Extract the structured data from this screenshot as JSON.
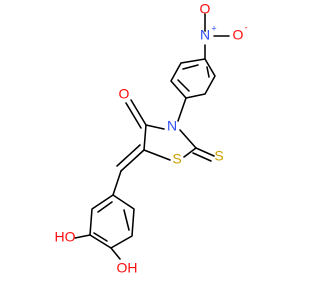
{
  "atoms": {
    "nitro_n": "N",
    "nitro_n_charge": "+",
    "nitro_o_right": "O",
    "nitro_o_right_charge": "-",
    "nitro_o_top": "O",
    "ring_n": "N",
    "carbonyl_o": "O",
    "ring_s": "S",
    "thione_s": "S",
    "hydroxyl_upper": "HO",
    "hydroxyl_lower": "OH"
  },
  "colors": {
    "bond": "#000000",
    "nitrogen": "#3050F8",
    "oxygen": "#FF0D0D",
    "sulfur": "#C8A000"
  }
}
